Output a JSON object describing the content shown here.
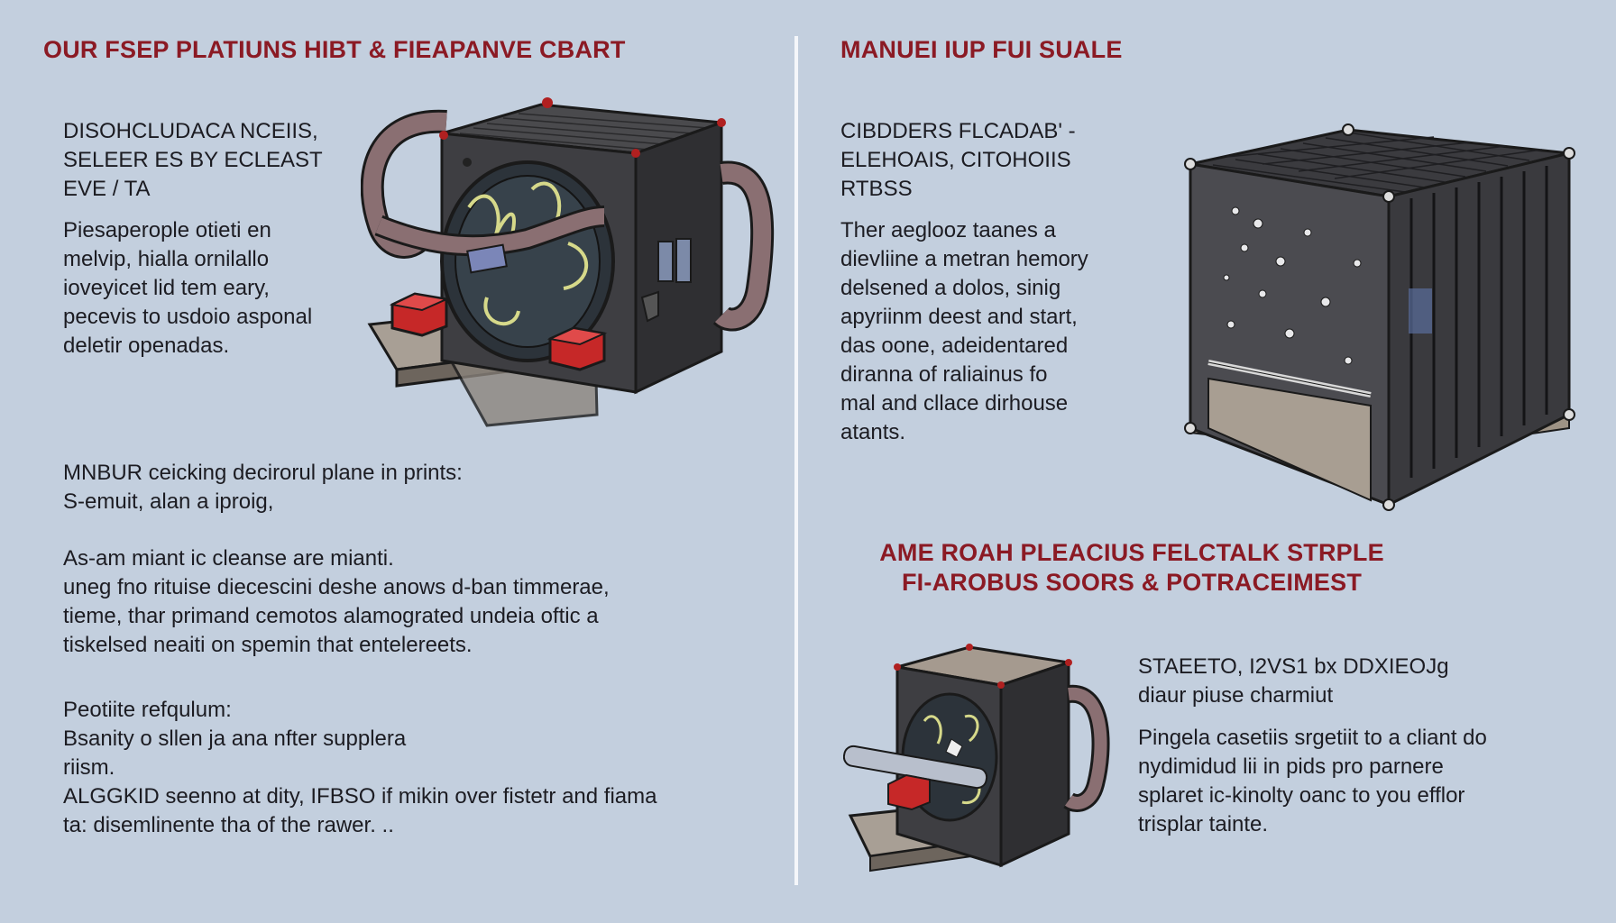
{
  "left": {
    "heading": "OUR FSEP PLATIUNS HIBT & FIEAPANVE CBART",
    "block1": {
      "lines": [
        "DISOHCLUDACA NCEIIS,",
        "SELEER ES  BY ECLEAST",
        "EVE / TA"
      ]
    },
    "block2": {
      "lines": [
        "Piesaperople otieti en",
        "melvip, hialla ornilallo",
        "ioveyicet lid tem eary,",
        "pecevis to usdoio asponal",
        "deletir openadas."
      ]
    },
    "block3": {
      "lines": [
        "MNBUR ceicking decirorul plane in prints:",
        "S-emuit, alan a iproig,"
      ]
    },
    "block4": {
      "lines": [
        "As-am miant ic cleanse are mianti.",
        "uneg fno rituise diecescini deshe anows d-ban timmerae,",
        "tieme, thar primand cemotos alamograted undeia oftic a",
        "tiskelsed neaiti on spemin that entelereets."
      ]
    },
    "block5": {
      "lines": [
        "Peotiite refqulum:",
        "Bsanity o sllen ja ana nfter supplera",
        "riism.",
        "ALGGKID seenno at dity, IFBSO if mikin over fistetr and fiama",
        "ta: disemlinente tha of the rawer. .."
      ]
    }
  },
  "right": {
    "heading": "MANUEI IUP FUI SUALE",
    "block1": {
      "lines": [
        "CIBDDERS FLCADAB' -",
        "ELEHOAIS, CITOHOIIS",
        "RTBSS"
      ]
    },
    "block2": {
      "lines": [
        "Ther aeglooz taanes a",
        "dievliine a metran hemory",
        "delsened a dolos, sinig",
        "apyriinm deest and start,",
        "das oone, adeidentared",
        "diranna of raliainus fo",
        "mal and cllace dirhouse",
        "atants."
      ]
    },
    "heading2": {
      "lines": [
        "AME ROAH PLEACIUS FELCTALK STRPLE",
        "FI-AROBUS SOORS & POTRACEIMEST"
      ]
    },
    "block3": {
      "lines": [
        "STAEETO,  I2VS1 bx DDXIEOJg",
        "diaur piuse charmiut"
      ]
    },
    "block4": {
      "lines": [
        "Pingela casetiis srgetiit to a cliant do",
        "nydimidud lii in pids pro parnere",
        "splaret ic-kinolty oanc to you efflor",
        "trisplar tainte."
      ]
    }
  },
  "colors": {
    "background": "#c3cfde",
    "heading": "#8b1a24",
    "text": "#1c1c22",
    "divider": "#f4f6fa"
  },
  "icons": {
    "left_illustration": "cooling-unit-with-fan-icon",
    "right_illustration": "ventilated-cube-unit-icon",
    "small_illustration": "small-fan-unit-icon"
  }
}
